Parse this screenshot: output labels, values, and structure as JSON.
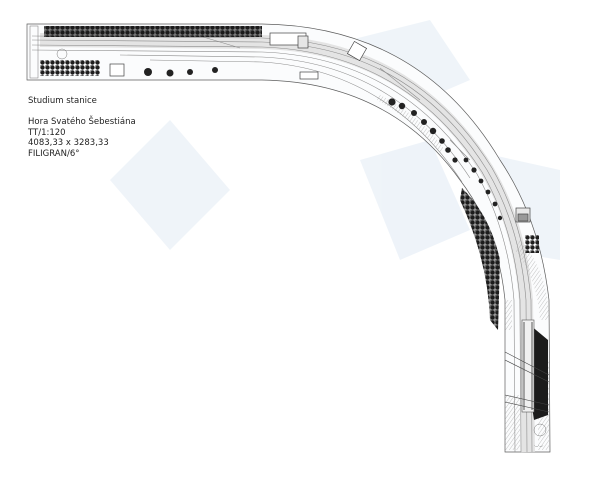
{
  "caption": {
    "title": "Studium stanice",
    "location": "Hora Svatého Šebestiána",
    "scale": "TT/1:120",
    "dimensions": "4083,33 x 3283,33",
    "track_system": "FILIGRAN/6°"
  },
  "scale_mark": "·—·—·",
  "colors": {
    "outline": "#6a6a6a",
    "track": "#9a9a9a",
    "tree_dark": "#1a1a1a",
    "background_ghost": "#d7e3f1"
  }
}
